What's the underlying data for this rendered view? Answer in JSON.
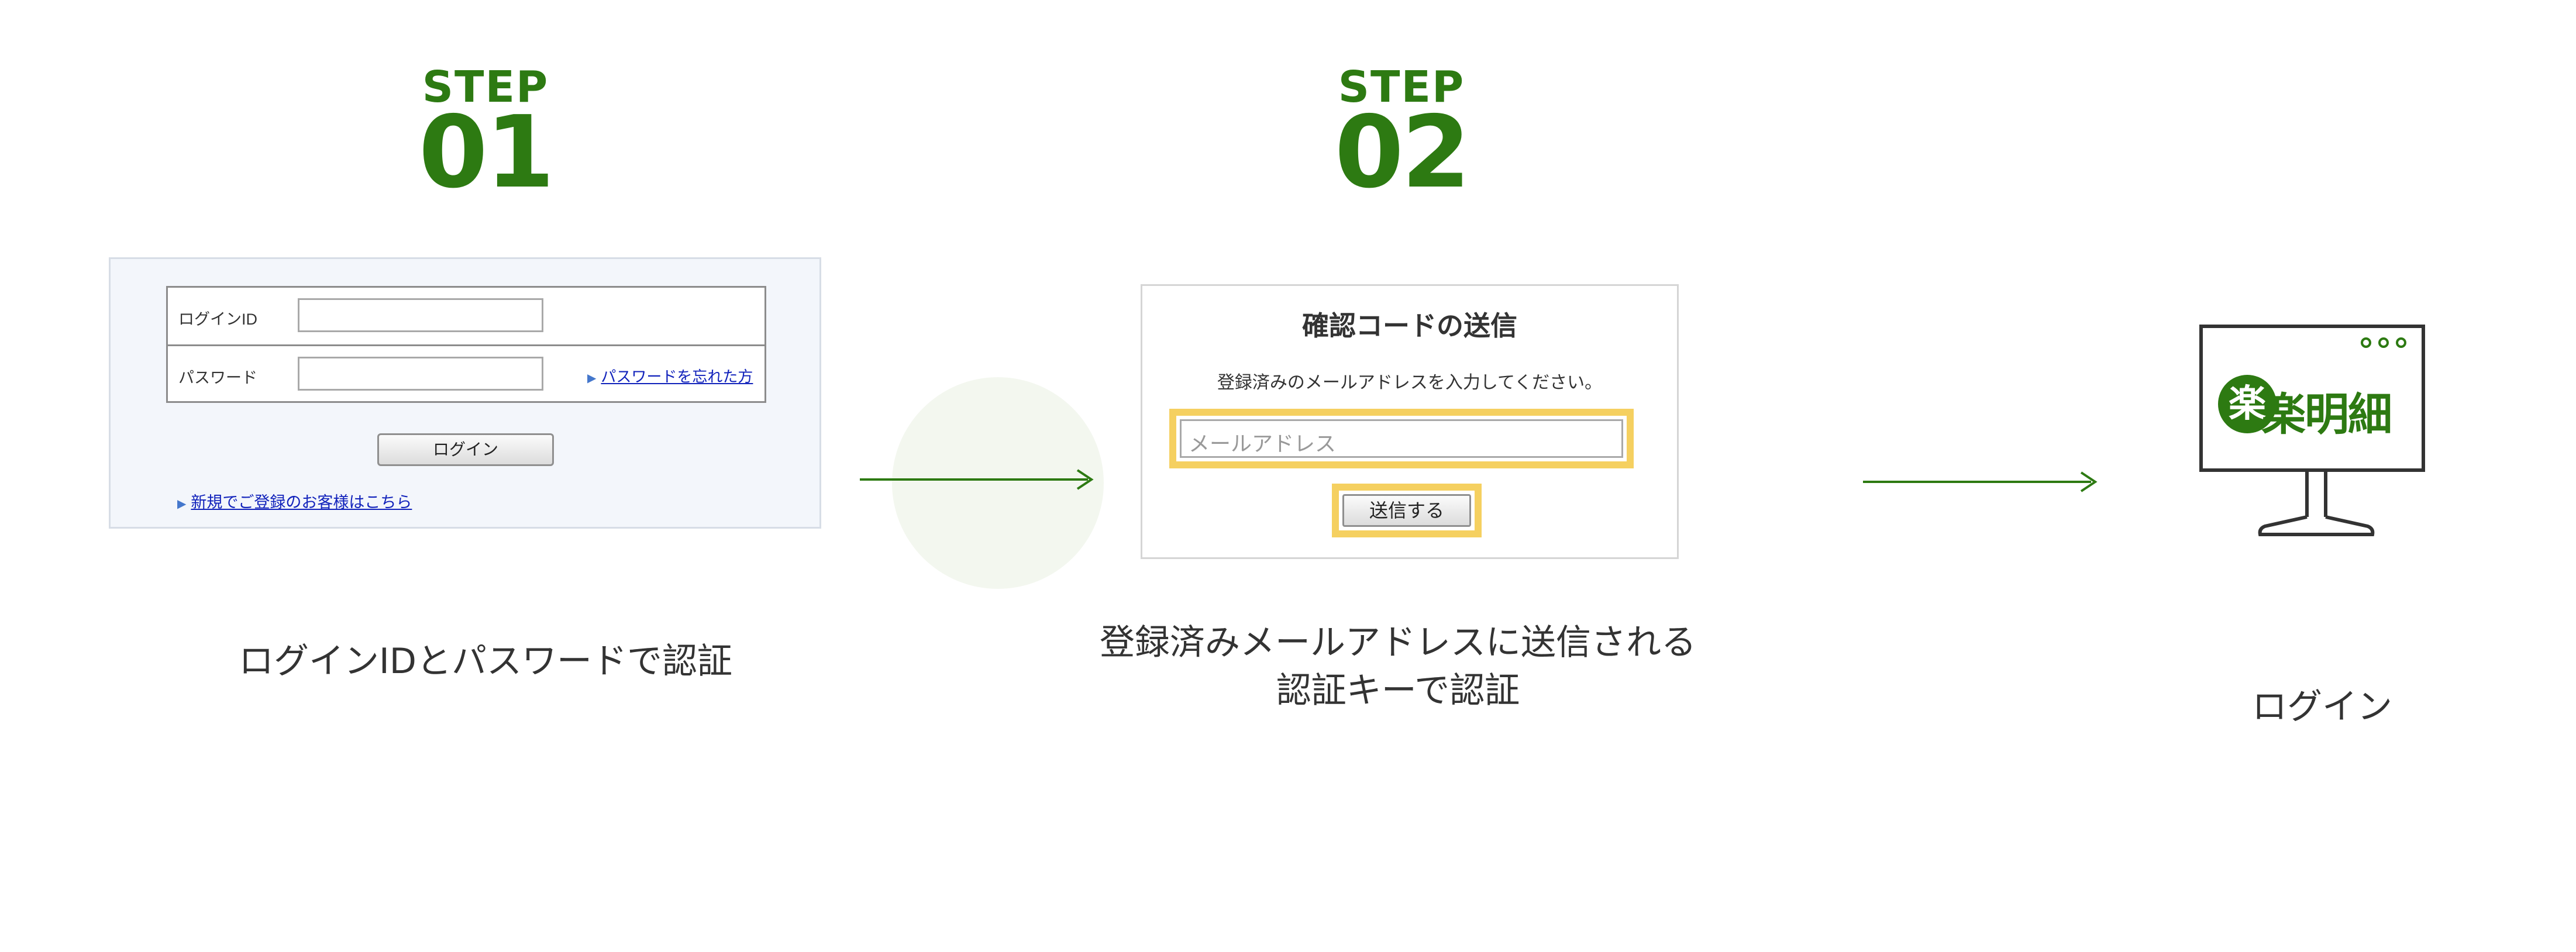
{
  "step1": {
    "label": "STEP",
    "number": "01",
    "login_id_label": "ログインID",
    "password_label": "パスワード",
    "forgot_link": "パスワードを忘れた方",
    "login_button": "ログイン",
    "new_register_link": "新規でご登録のお客様はこちら",
    "caption": "ログインIDとパスワードで認証"
  },
  "step2": {
    "label": "STEP",
    "number": "02",
    "title": "確認コードの送信",
    "description": "登録済みのメールアドレスを入力してください。",
    "email_placeholder": "メールアドレス",
    "send_button": "送信する",
    "caption_line1": "登録済みメールアドレスに送信される",
    "caption_line2": "認証キーで認証"
  },
  "step3": {
    "logo_mark": "楽",
    "logo_text": "楽明細",
    "caption": "ログイン"
  },
  "colors": {
    "brand_green": "#2d7a12",
    "highlight_yellow": "#f5d060",
    "link_blue": "#1122bb"
  }
}
